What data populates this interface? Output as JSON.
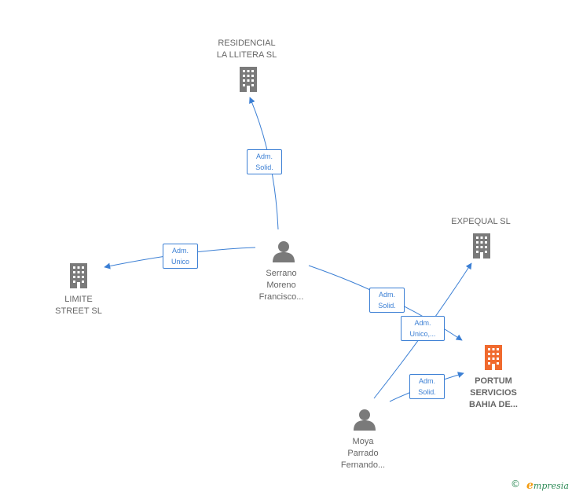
{
  "colors": {
    "edge": "#3b7fd4",
    "building": "#7a7a7a",
    "building_highlight": "#f06a2e",
    "person": "#7a7a7a",
    "label": "#666666"
  },
  "nodes": {
    "residencial": {
      "label": "RESIDENCIAL\nLA LLITERA SL",
      "icon": "building-icon"
    },
    "limite": {
      "label": "LIMITE\nSTREET  SL",
      "icon": "building-icon"
    },
    "expequal": {
      "label": "EXPEQUAL SL",
      "icon": "building-icon"
    },
    "portum": {
      "label": "PORTUM\nSERVICIOS\nBAHIA DE...",
      "icon": "building-icon"
    },
    "serrano": {
      "label": "Serrano\nMoreno\nFrancisco...",
      "icon": "person-icon"
    },
    "moya": {
      "label": "Moya\nParrado\nFernando...",
      "icon": "person-icon"
    }
  },
  "edges": {
    "serrano_residencial": "Adm.\nSolid.",
    "serrano_limite": "Adm.\nUnico",
    "serrano_portum": "Adm.\nSolid.",
    "moya_expequal": "Adm.\nUnico,...",
    "moya_portum": "Adm.\nSolid."
  },
  "footer": {
    "copyright_symbol": "©",
    "brand_initial": "e",
    "brand_rest": "mpresia"
  }
}
